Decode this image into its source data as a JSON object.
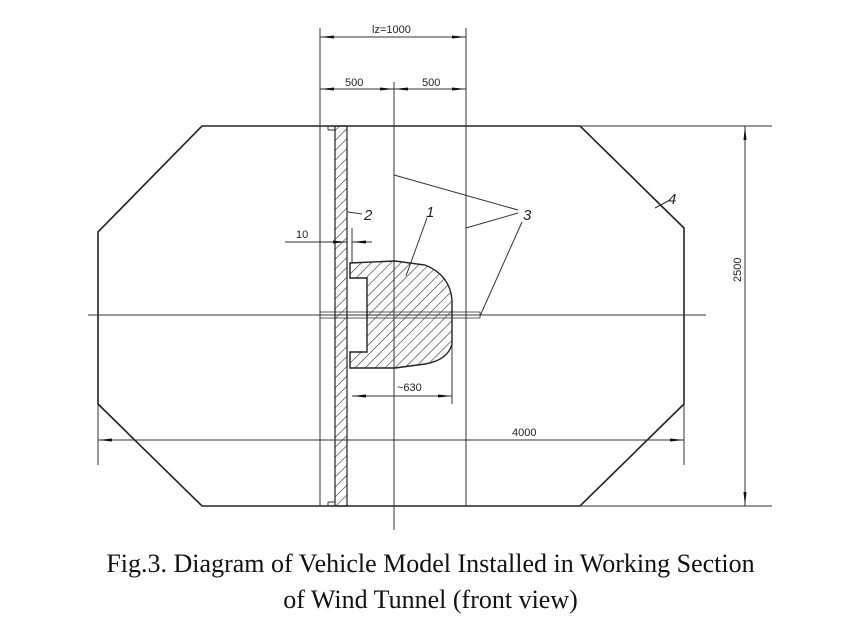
{
  "dimensions": {
    "lz": "lz=1000",
    "half_left": "500",
    "half_right": "500",
    "wall_gap": "10",
    "model_length": "~630",
    "width": "4000",
    "height": "2500"
  },
  "labels": {
    "model": "1",
    "wall": "2",
    "mounts": "3",
    "section": "4"
  },
  "caption": {
    "line1": "Fig.3. Diagram of Vehicle Model Installed in Working Section",
    "line2": "of Wind Tunnel (front view)"
  }
}
